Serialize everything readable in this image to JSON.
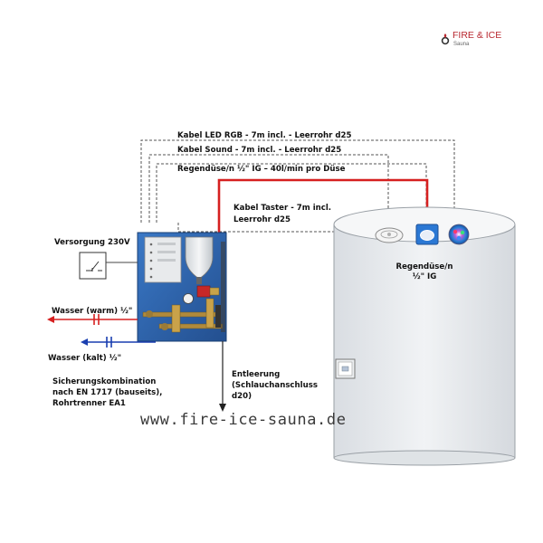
{
  "brand": {
    "name": "FIRE & ICE",
    "sub": "Sauna",
    "logo_color": "#b8272f"
  },
  "labels": {
    "cable_led": "Kabel LED RGB - 7m incl. - Leerrohr d25",
    "cable_sound": "Kabel Sound - 7m incl. - Leerrohr d25",
    "nozzle_line": "Regendüse/n ½\" IG – 40l/min pro Düse",
    "cable_button_1": "Kabel Taster - 7m incl.",
    "cable_button_2": "Leerrohr d25",
    "power": "Versorgung 230V",
    "water_warm": "Wasser (warm) ½\"",
    "water_cold": "Wasser (kalt) ½\"",
    "safety_1": "Sicherungskombination",
    "safety_2": "nach EN 1717 (bauseits),",
    "safety_3": "Rohrtrenner EA1",
    "drain_1": "Entleerung",
    "drain_2": "(Schlauchanschluss",
    "drain_3": "d20)",
    "nozzle_in_tank_1": "Regendüse/n",
    "nozzle_in_tank_2": "½\" IG",
    "website": "www.fire-ice-sauna.de"
  },
  "colors": {
    "water_hot": "#d62020",
    "water_cold": "#1a3fb0",
    "panel_blue": "#2e66b3",
    "tank_fill": "#e9ecef"
  },
  "icons": [
    "flame-logo-icon",
    "switch-symbol-icon",
    "speaker-icon",
    "push-button-icon",
    "rgb-led-icon",
    "wall-button-icon"
  ]
}
